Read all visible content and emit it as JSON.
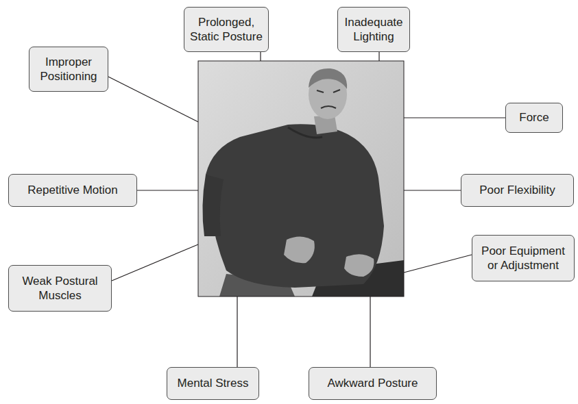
{
  "diagram": {
    "nodes": [
      {
        "text": [
          "Prolonged, Static Posture"
        ]
      },
      {
        "text": [
          "Inadequate Lighting"
        ]
      },
      {
        "text": [
          "Improper Positioning"
        ]
      },
      {
        "text": [
          "Force"
        ]
      },
      {
        "text": [
          "Repetitive Motion"
        ]
      },
      {
        "text": [
          "Poor Flexibility"
        ]
      },
      {
        "text": [
          "Poor Equipment or Adjustment"
        ]
      },
      {
        "text": [
          "Weak Postural Muscles"
        ]
      },
      {
        "text": [
          "Mental Stress"
        ]
      },
      {
        "text": [
          "Awkward Posture"
        ]
      }
    ]
  }
}
